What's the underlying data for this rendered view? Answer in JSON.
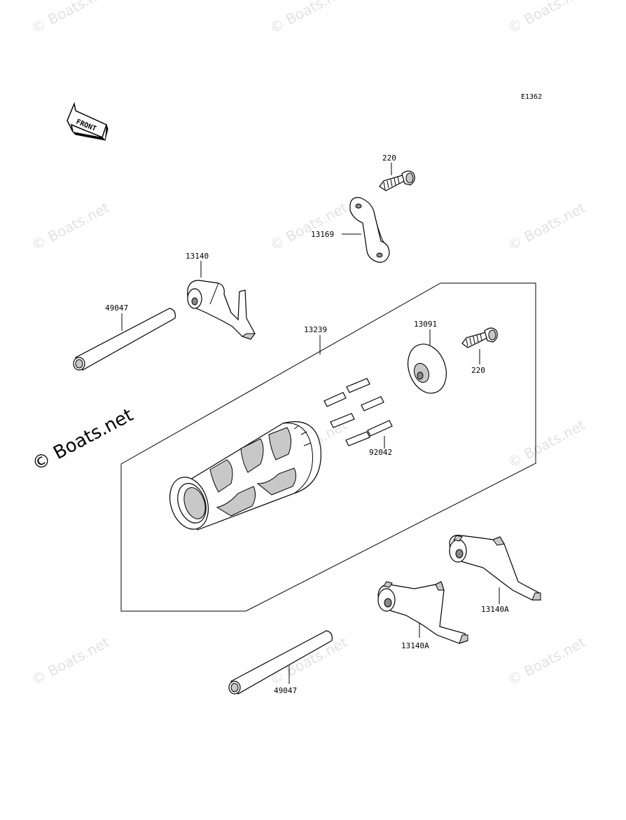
{
  "diagram_ref": "E1362",
  "front_arrow": {
    "label": "FRONT"
  },
  "watermark": {
    "text": "© Boats.net"
  },
  "parts": {
    "bolt_top": "220",
    "bracket": "13169",
    "fork_top": "13140",
    "shaft_top": "49047",
    "drum_assembly": "13239",
    "plate": "13091",
    "bolt_right": "220",
    "pins": "92042",
    "fork_right_upper": "13140A",
    "fork_right_lower": "13140A",
    "shaft_bottom": "49047"
  },
  "colors": {
    "line": "#000000",
    "shade": "#c8c8c8",
    "watermark": "#e2e2e2"
  }
}
